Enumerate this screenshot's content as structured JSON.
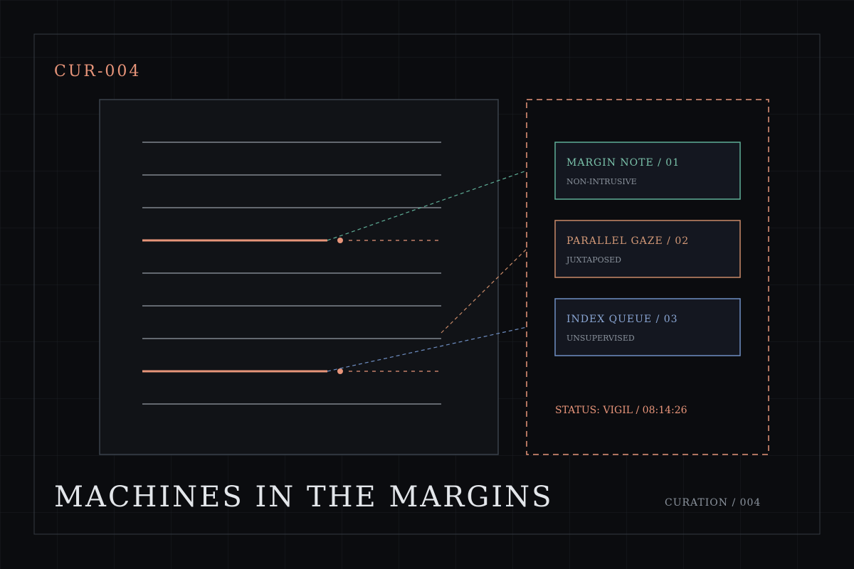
{
  "code": "CUR-004",
  "title": "MACHINES IN THE MARGINS",
  "footer_label": "CURATION / 004",
  "status": "STATUS: VIGIL / 08:14:26",
  "document": {
    "line_count": 9,
    "highlighted_lines": [
      4,
      8
    ]
  },
  "cards": [
    {
      "title": "MARGIN NOTE / 01",
      "subtitle": "NON-INTRUSIVE",
      "color": "#5fae97"
    },
    {
      "title": "PARALLEL GAZE / 02",
      "subtitle": "JUXTAPOSED",
      "color": "#c98a68"
    },
    {
      "title": "INDEX QUEUE / 03",
      "subtitle": "UNSUPERVISED",
      "color": "#6f8fc4"
    }
  ],
  "colors": {
    "background": "#0b0c0f",
    "accent": "#e8957a",
    "line": "#80868d",
    "frame": "#3a424b",
    "text": "#e3e6ea",
    "muted": "#8a929c"
  }
}
